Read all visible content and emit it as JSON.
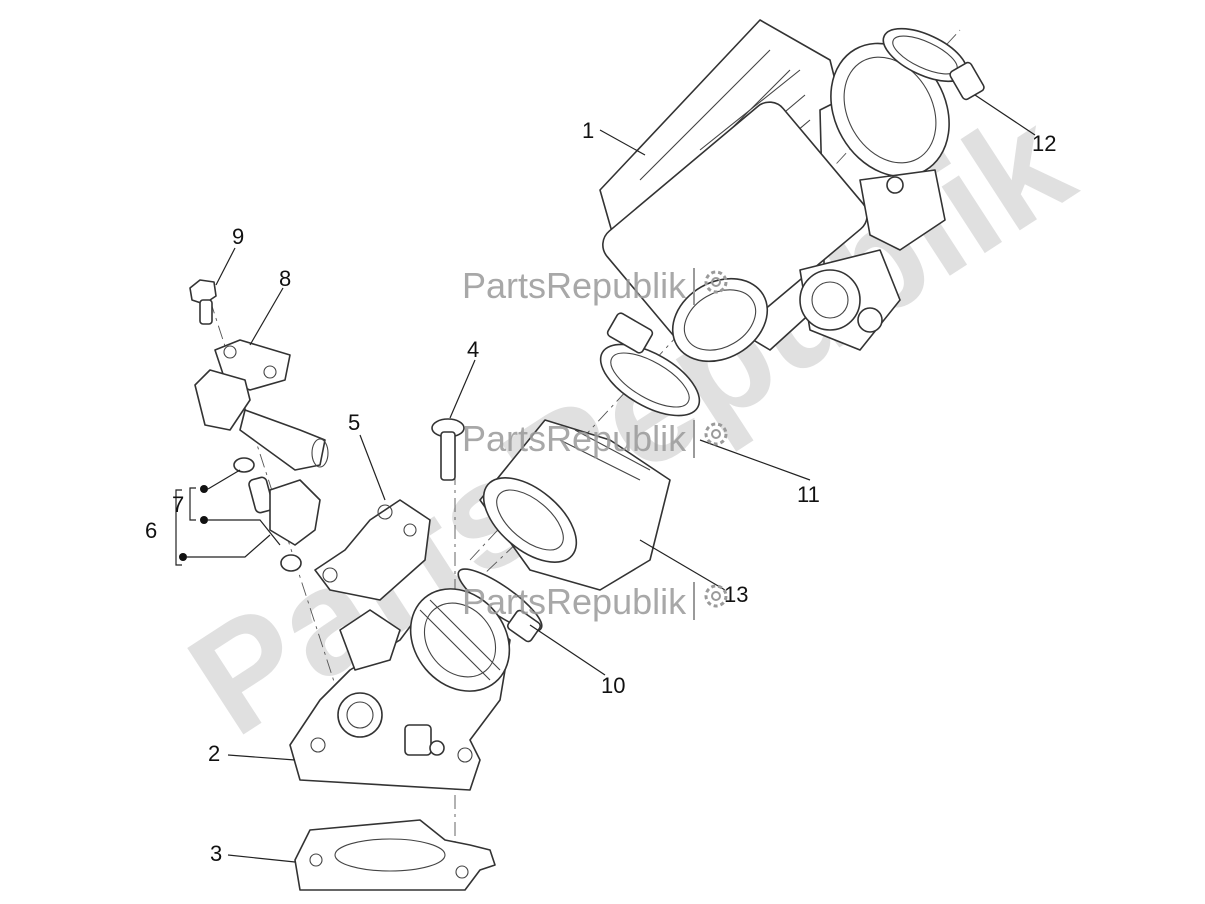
{
  "watermark": {
    "large_text": "PartsRepublik",
    "small_text": "PartsRepublik"
  },
  "callouts": {
    "c1": "1",
    "c2": "2",
    "c3": "3",
    "c4": "4",
    "c5": "5",
    "c6": "6",
    "c7": "7",
    "c8": "8",
    "c9": "9",
    "c10": "10",
    "c11": "11",
    "c12": "12",
    "c13": "13"
  },
  "colors": {
    "line": "#333333",
    "watermark": "#c8c8c8",
    "background": "#ffffff"
  }
}
